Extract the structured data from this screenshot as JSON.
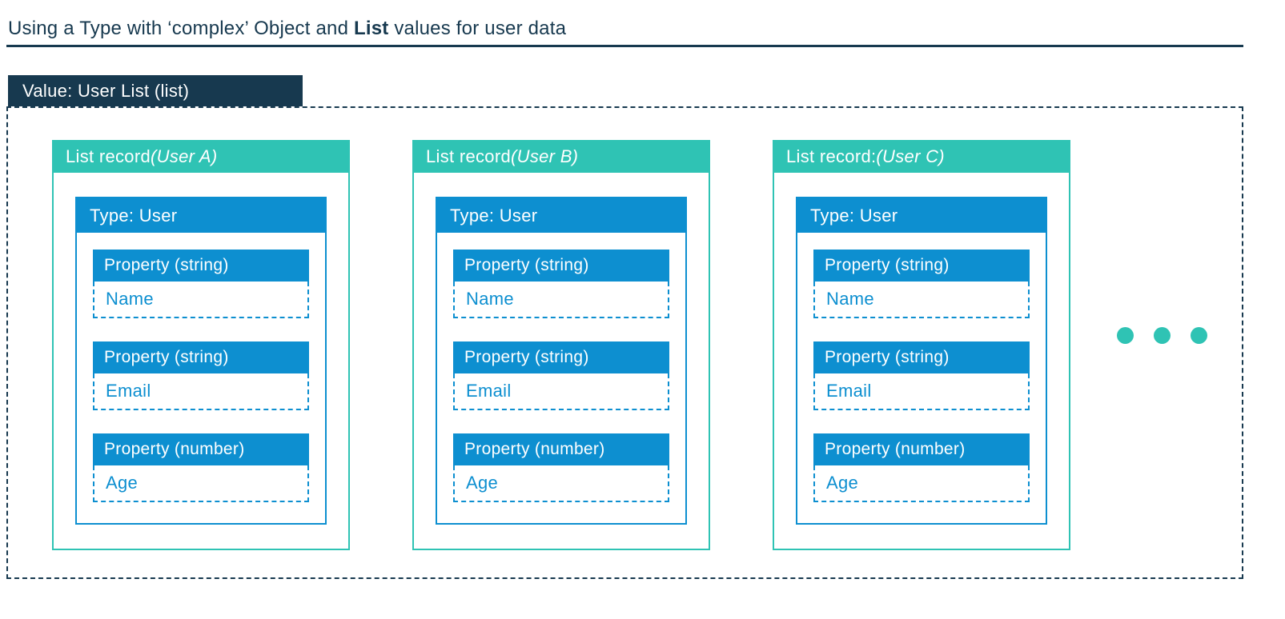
{
  "title": {
    "text_before_bold": "Using a Type with ‘complex’ Object and ",
    "bold_text": "List",
    "text_after_bold": " values for user data"
  },
  "value_tab": {
    "label": "Value: User List (list)"
  },
  "records": [
    {
      "header_prefix": "List record ",
      "header_italic": "(User A)",
      "type_label": "Type: User",
      "properties": [
        {
          "label": "Property (string)",
          "value": "Name"
        },
        {
          "label": "Property (string)",
          "value": "Email"
        },
        {
          "label": "Property (number)",
          "value": "Age"
        }
      ]
    },
    {
      "header_prefix": "List record ",
      "header_italic": "(User B)",
      "type_label": "Type: User",
      "properties": [
        {
          "label": "Property (string)",
          "value": "Name"
        },
        {
          "label": "Property (string)",
          "value": "Email"
        },
        {
          "label": "Property (number)",
          "value": "Age"
        }
      ]
    },
    {
      "header_prefix": "List record: ",
      "header_italic": "(User C)",
      "type_label": "Type: User",
      "properties": [
        {
          "label": "Property (string)",
          "value": "Name"
        },
        {
          "label": "Property (string)",
          "value": "Email"
        },
        {
          "label": "Property (number)",
          "value": "Age"
        }
      ]
    }
  ],
  "ellipsis": {
    "dot_count": 3
  },
  "colors": {
    "navy": "#17394f",
    "teal": "#2fc3b4",
    "blue": "#0d8fd0"
  }
}
